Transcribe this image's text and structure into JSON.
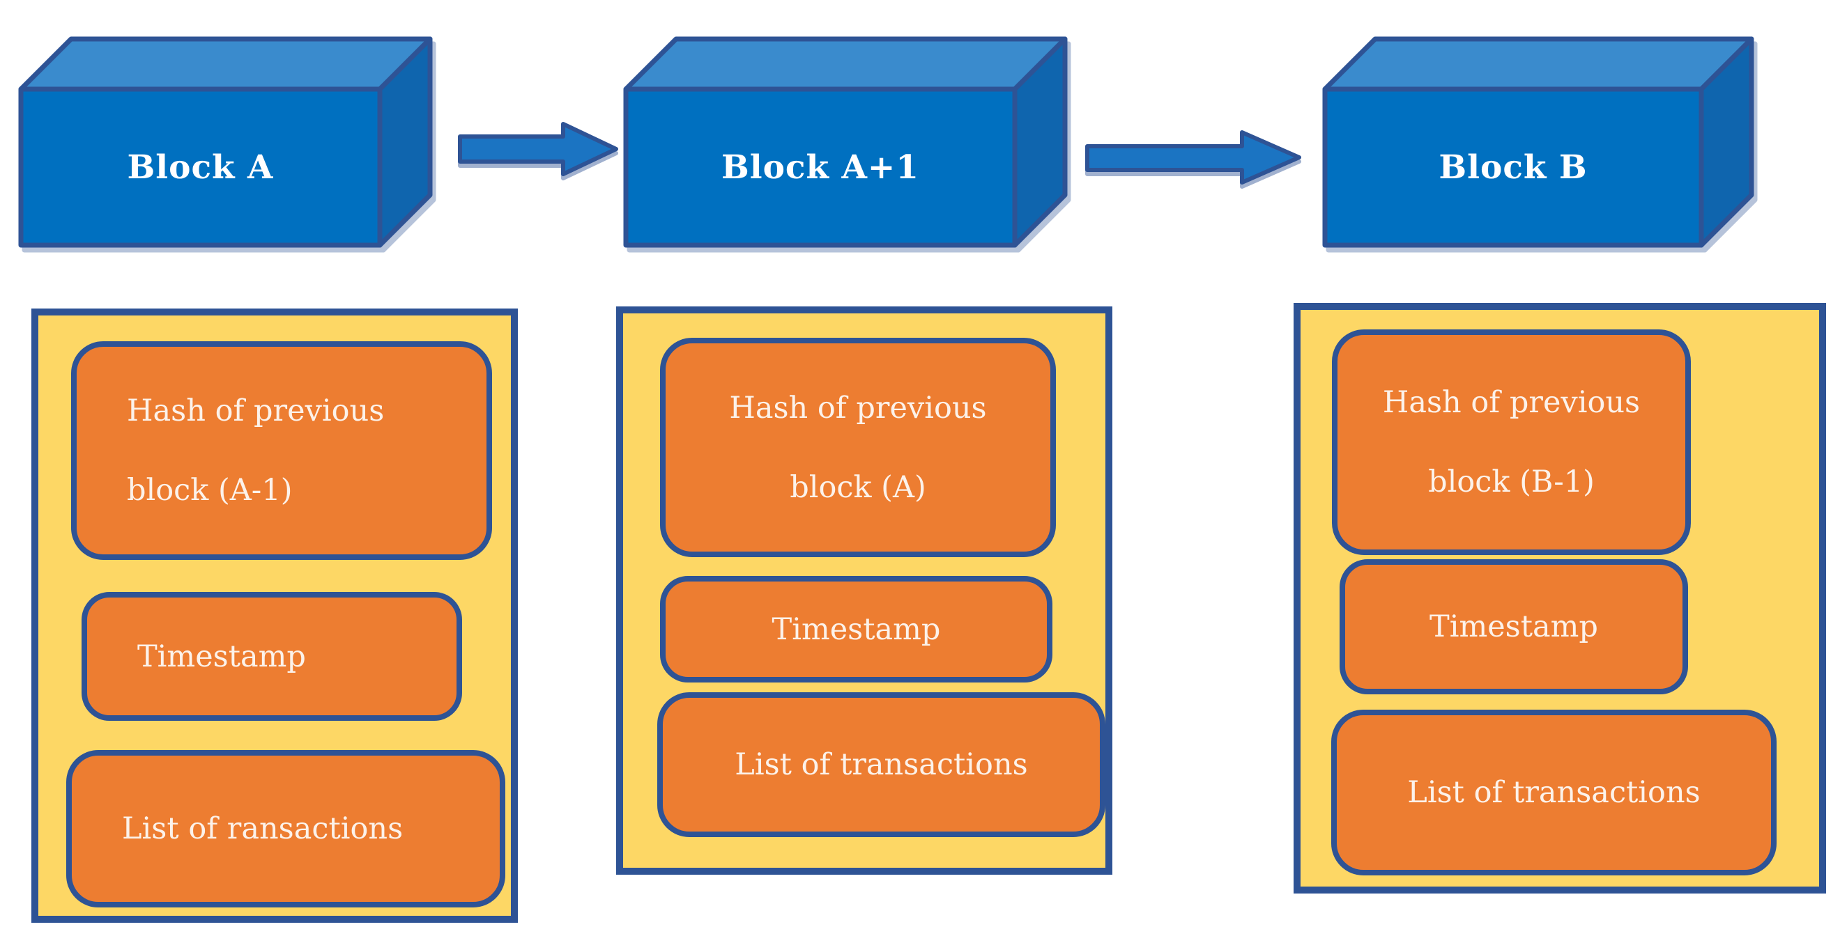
{
  "palette": {
    "block_front_blue": "#0070C0",
    "block_top_blue": "#3A8BCD",
    "block_side_blue": "#0F65AE",
    "outline_navy": "#2E5395",
    "container_yellow": "#FDD765",
    "item_orange": "#ED7D31",
    "text_white": "#FCF2EA"
  },
  "blocks": [
    {
      "label": "Block A",
      "hash_line1": "Hash of previous",
      "hash_line2": "block (A-1)",
      "timestamp": "Timestamp",
      "transactions": "List of ransactions"
    },
    {
      "label": "Block A+1",
      "hash_line1": "Hash of previous",
      "hash_line2": "block (A)",
      "timestamp": "Timestamp",
      "transactions": "List of transactions"
    },
    {
      "label": "Block B",
      "hash_line1": "Hash of previous",
      "hash_line2": "block (B-1)",
      "timestamp": "Timestamp",
      "transactions": "List of transactions"
    }
  ]
}
